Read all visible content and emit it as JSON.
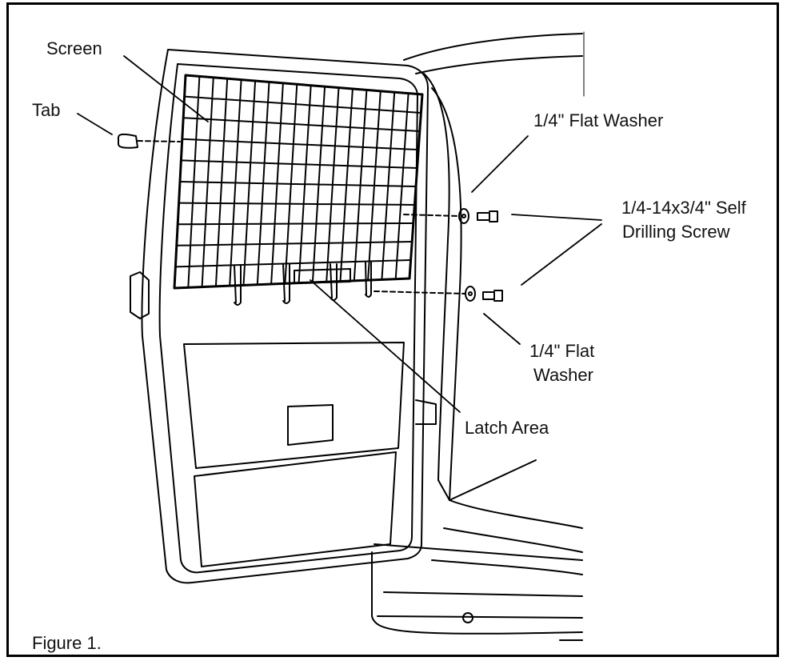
{
  "figure": {
    "caption": "Figure 1.",
    "labels": {
      "screen": "Screen",
      "tab": "Tab",
      "washer_top": "1/4\" Flat Washer",
      "screw_line1": "1/4-14x3/4\" Self",
      "screw_line2": "Drilling Screw",
      "washer_bottom_line1": "1/4\" Flat",
      "washer_bottom_line2": "Washer",
      "latch": "Latch Area"
    },
    "line_color": "#000000",
    "background_color": "#ffffff"
  }
}
